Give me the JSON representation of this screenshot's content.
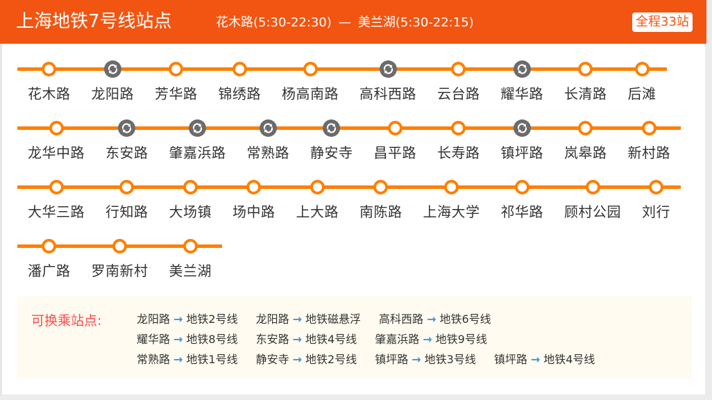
{
  "header": {
    "title": "上海地铁7号线站点",
    "route_start": "花木路(5:30-22:30)",
    "route_sep": "—",
    "route_end": "美兰湖(5:30-22:15)",
    "total_badge": "全程33站"
  },
  "colors": {
    "header_bg": "#f25511",
    "line": "#ff7f00",
    "interchange_icon": "#6b6b6b",
    "transfer_label": "#ff4a4a",
    "transfer_arrow": "#3a96dd",
    "transfer_bg": "#fffbf0"
  },
  "stations": [
    {
      "name": "花木路",
      "interchange": false
    },
    {
      "name": "龙阳路",
      "interchange": true
    },
    {
      "name": "芳华路",
      "interchange": false
    },
    {
      "name": "锦绣路",
      "interchange": false
    },
    {
      "name": "杨高南路",
      "interchange": false
    },
    {
      "name": "高科西路",
      "interchange": true
    },
    {
      "name": "云台路",
      "interchange": false
    },
    {
      "name": "耀华路",
      "interchange": true
    },
    {
      "name": "长清路",
      "interchange": false
    },
    {
      "name": "后滩",
      "interchange": false
    },
    {
      "name": "龙华中路",
      "interchange": false
    },
    {
      "name": "东安路",
      "interchange": true
    },
    {
      "name": "肇嘉浜路",
      "interchange": true
    },
    {
      "name": "常熟路",
      "interchange": true
    },
    {
      "name": "静安寺",
      "interchange": true
    },
    {
      "name": "昌平路",
      "interchange": false
    },
    {
      "name": "长寿路",
      "interchange": false
    },
    {
      "name": "镇坪路",
      "interchange": true
    },
    {
      "name": "岚皋路",
      "interchange": false
    },
    {
      "name": "新村路",
      "interchange": false
    },
    {
      "name": "大华三路",
      "interchange": false
    },
    {
      "name": "行知路",
      "interchange": false
    },
    {
      "name": "大场镇",
      "interchange": false
    },
    {
      "name": "场中路",
      "interchange": false
    },
    {
      "name": "上大路",
      "interchange": false
    },
    {
      "name": "南陈路",
      "interchange": false
    },
    {
      "name": "上海大学",
      "interchange": false
    },
    {
      "name": "祁华路",
      "interchange": false
    },
    {
      "name": "顾村公园",
      "interchange": false
    },
    {
      "name": "刘行",
      "interchange": false
    },
    {
      "name": "潘广路",
      "interchange": false
    },
    {
      "name": "罗南新村",
      "interchange": false
    },
    {
      "name": "美兰湖",
      "interchange": false
    }
  ],
  "transfer": {
    "label": "可换乘站点:",
    "arrow_icon": "→",
    "items": [
      {
        "station": "龙阳路",
        "line": "地铁2号线"
      },
      {
        "station": "龙阳路",
        "line": "地铁磁悬浮"
      },
      {
        "station": "高科西路",
        "line": "地铁6号线"
      },
      {
        "station": "耀华路",
        "line": "地铁8号线"
      },
      {
        "station": "东安路",
        "line": "地铁4号线"
      },
      {
        "station": "肇嘉浜路",
        "line": "地铁9号线"
      },
      {
        "station": "常熟路",
        "line": "地铁1号线"
      },
      {
        "station": "静安寺",
        "line": "地铁2号线"
      },
      {
        "station": "镇坪路",
        "line": "地铁3号线"
      },
      {
        "station": "镇坪路",
        "line": "地铁4号线"
      }
    ]
  }
}
